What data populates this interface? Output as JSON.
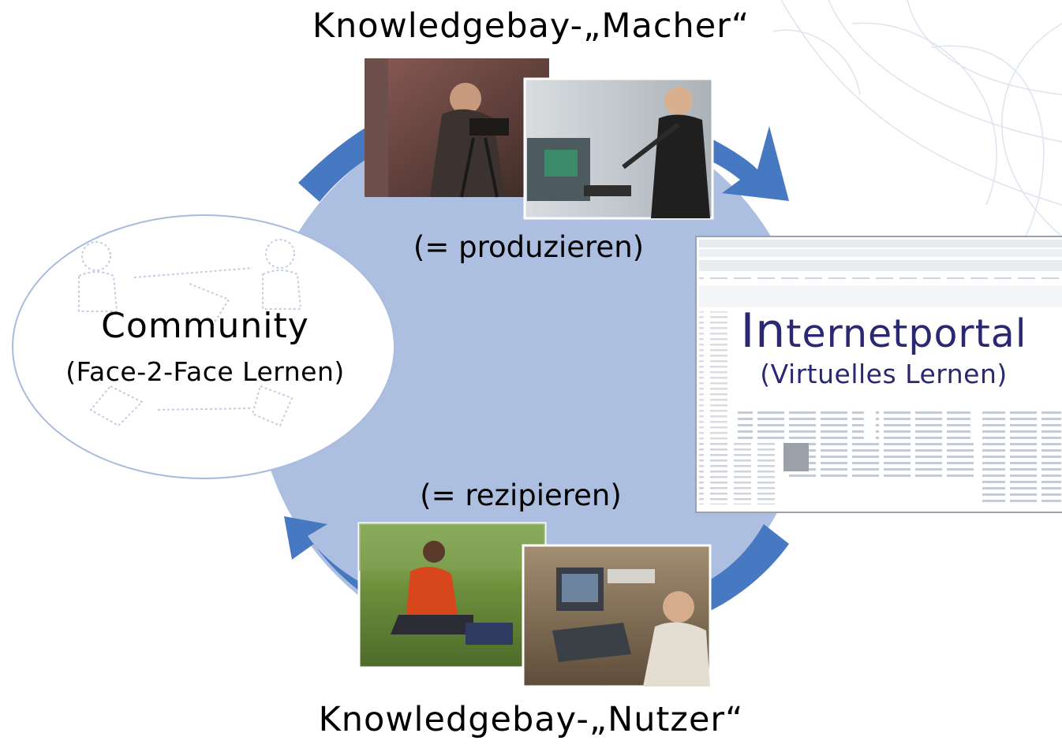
{
  "diagram": {
    "top_label": "Knowledgebay-„Macher“",
    "bottom_label": "Knowledgebay-„Nutzer“",
    "produce_label": "(= produzieren)",
    "receive_label": "(= rezipieren)",
    "community": {
      "title": "Community",
      "subtitle": "(Face-2-Face Lernen)"
    },
    "portal": {
      "title_initial": "In",
      "title_rest": "ternetportal",
      "subtitle": "(Virtuelles Lernen)"
    }
  },
  "colors": {
    "cycle_fill": "#adbfe1",
    "arrow_blue": "#4778c2",
    "portal_text": "#2a2873",
    "community_stroke": "#a9bcdd"
  },
  "images": [
    "photo-cameraman",
    "photo-sound-recordist",
    "photo-woman-laptop-park",
    "photo-man-laptop-desk",
    "screenshot-knowledgebay-portal"
  ]
}
